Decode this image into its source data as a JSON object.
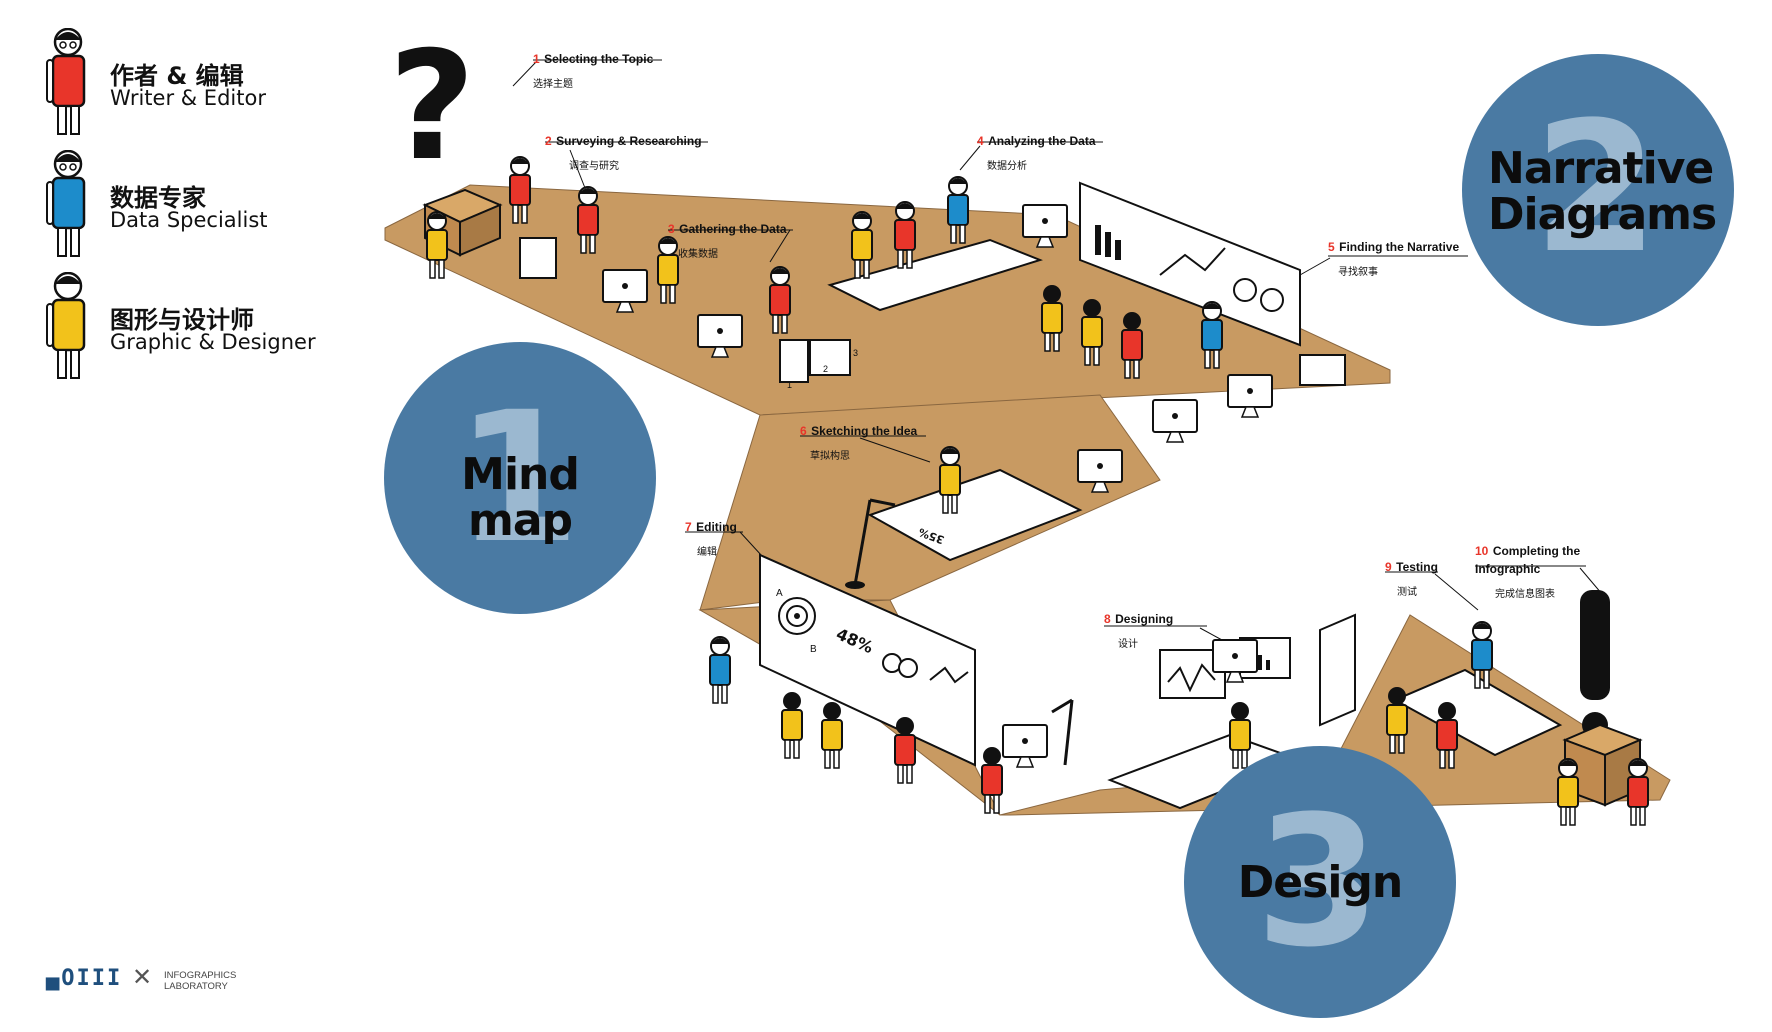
{
  "legend": [
    {
      "cn": "作者 & 编辑",
      "en": "Writer & Editor",
      "color": "#e8352a"
    },
    {
      "cn": "数据专家",
      "en": "Data Specialist",
      "color": "#1d8ccb"
    },
    {
      "cn": "图形与设计师",
      "en": "Graphic & Designer",
      "color": "#f2c21b"
    }
  ],
  "steps": [
    {
      "num": "1",
      "en": "Selecting the Topic",
      "cn": "选择主题"
    },
    {
      "num": "2",
      "en": "Surveying & Researching",
      "cn": "调查与研究"
    },
    {
      "num": "3",
      "en": "Gathering the Data",
      "cn": "收集数据"
    },
    {
      "num": "4",
      "en": "Analyzing the Data",
      "cn": "数据分析"
    },
    {
      "num": "5",
      "en": "Finding the Narrative",
      "cn": "寻找叙事"
    },
    {
      "num": "6",
      "en": "Sketching the Idea",
      "cn": "草拟构思"
    },
    {
      "num": "7",
      "en": "Editing",
      "cn": "编辑"
    },
    {
      "num": "8",
      "en": "Designing",
      "cn": "设计"
    },
    {
      "num": "9",
      "en": "Testing",
      "cn": "测试"
    },
    {
      "num": "10",
      "en": "Completing the Infographic",
      "cn": "完成信息图表"
    }
  ],
  "phases": [
    {
      "number": "1",
      "title": "Mind map"
    },
    {
      "number": "2",
      "title_line1": "Narrative",
      "title_line2": "Diagrams"
    },
    {
      "number": "3",
      "title": "Design"
    }
  ],
  "board_labels": {
    "percent": "48%",
    "sketch_percent": "35%",
    "a": "A",
    "b": "B",
    "box1": "1",
    "box2": "2",
    "box3": "3"
  },
  "footer": {
    "logo": "▄OIII",
    "line1": "INFOGRAPHICS",
    "line2": "LABORATORY"
  },
  "colors": {
    "floor": "#c89a62",
    "circle": "#4a7aa3",
    "circle_number": "#9bb8d0",
    "red": "#e8352a",
    "blue": "#1d8ccb",
    "yellow": "#f2c21b"
  }
}
